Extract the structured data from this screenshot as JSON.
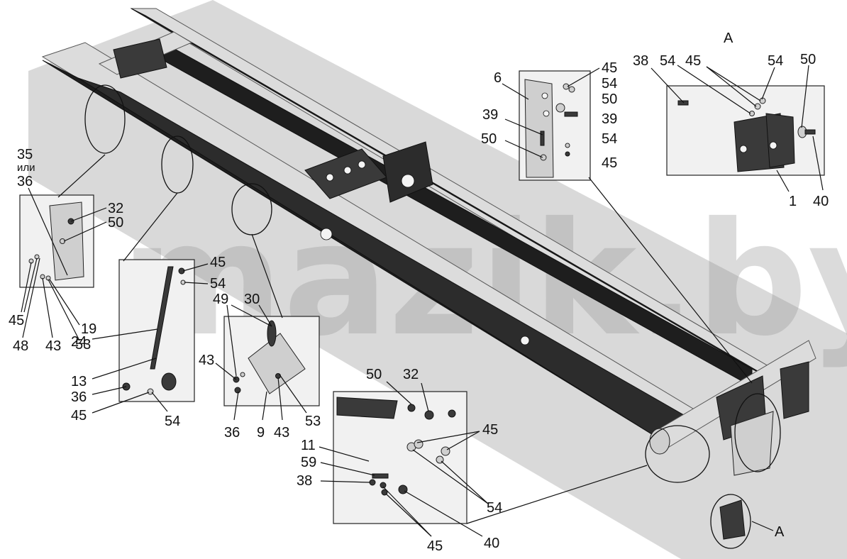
{
  "watermark": "mazik.by",
  "views": {
    "view_a_title": "A",
    "view_a_pointer": "A"
  },
  "callouts": {
    "tr_38": "38",
    "tr_54a": "54",
    "tr_45": "45",
    "tr_54b": "54",
    "tr_50": "50",
    "tr_1": "1",
    "tr_40": "40",
    "ml_6": "6",
    "ml_45": "45",
    "ml_54a": "54",
    "ml_50a": "50",
    "ml_39a": "39",
    "ml_39b": "39",
    "ml_50b": "50",
    "ml_54b": "54",
    "ml_45b": "45",
    "l_35": "35",
    "l_ili": "или",
    "l_36": "36",
    "l_32": "32",
    "l_50": "50",
    "l_45": "45",
    "l_48": "48",
    "l_43": "43",
    "l_19": "19",
    "l_53": "53",
    "c_45": "45",
    "c_54a": "54",
    "c_24": "24",
    "c_13": "13",
    "c_36": "36",
    "c_45b": "45",
    "c_54b": "54",
    "m_49": "49",
    "m_30": "30",
    "m_43": "43",
    "m_36": "36",
    "m_9": "9",
    "m_43b": "43",
    "m_53": "53",
    "b_50": "50",
    "b_32": "32",
    "b_45a": "45",
    "b_11": "11",
    "b_59": "59",
    "b_38": "38",
    "b_54": "54",
    "b_45b": "45",
    "b_40": "40"
  }
}
